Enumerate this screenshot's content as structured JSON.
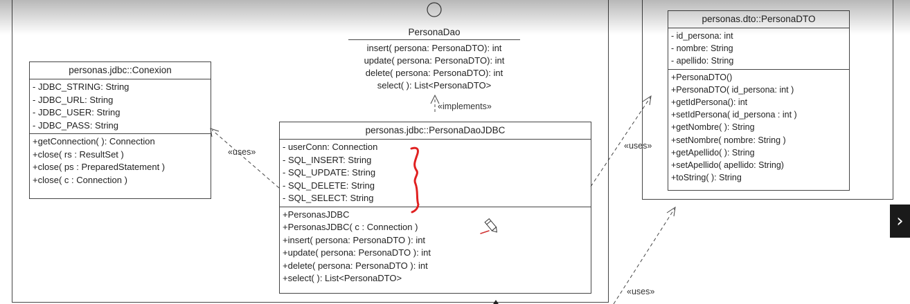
{
  "diagram": {
    "interface": {
      "name": "PersonaDao",
      "operations": [
        "insert( persona: PersonaDTO): int",
        "update( persona: PersonaDTO): int",
        "delete( persona: PersonaDTO): int",
        "select( ): List<PersonaDTO>"
      ]
    },
    "conexion": {
      "name": "personas.jdbc::Conexion",
      "attributes": [
        "- JDBC_STRING: String",
        "- JDBC_URL: String",
        "- JDBC_USER: String",
        "- JDBC_PASS: String"
      ],
      "operations": [
        "+getConnection( ): Connection",
        "+close( rs : ResultSet )",
        "+close( ps : PreparedStatement )",
        "+close( c : Connection )"
      ]
    },
    "dao_jdbc": {
      "name": "personas.jdbc::PersonaDaoJDBC",
      "attributes": [
        "- userConn: Connection",
        "- SQL_INSERT: String",
        "- SQL_UPDATE: String",
        "- SQL_DELETE: String",
        "- SQL_SELECT: String"
      ],
      "operations": [
        "+PersonasJDBC",
        "+PersonasJDBC( c : Connection )",
        "+insert( persona: PersonaDTO ): int",
        "+update( persona: PersonaDTO ): int",
        "+delete( persona: PersonaDTO ): int",
        "+select( ): List<PersonaDTO>"
      ]
    },
    "dto": {
      "name": "personas.dto::PersonaDTO",
      "attributes": [
        "- id_persona: int",
        "- nombre: String",
        "- apellido: String"
      ],
      "operations": [
        "+PersonaDTO()",
        "+PersonaDTO( id_persona: int )",
        "+getIdPersona(): int",
        "+setIdPersona( id_persona : int )",
        "+getNombre( ): String",
        "+setNombre( nombre: String )",
        "+getApellido( ): String",
        "+setApellido( apellido: String)",
        "+toString( ): String"
      ]
    },
    "labels": {
      "implements": "«implements»",
      "uses": "«uses»"
    },
    "colors": {
      "line": "#444444",
      "annotation": "#e02020",
      "nav_button": "#1a1a1a"
    }
  },
  "nav": {
    "next_icon": "chevron-right-icon",
    "next_glyph": "›"
  }
}
